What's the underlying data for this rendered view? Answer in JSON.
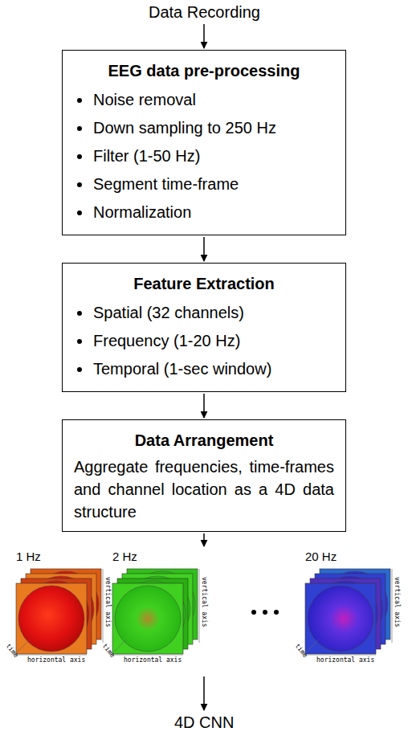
{
  "diagram": {
    "nodes": [
      {
        "text": [
          "Data Recording"
        ]
      },
      {
        "text": [
          "EEG data pre-processing",
          "Noise removal",
          "Down sampling to 250 Hz",
          "Filter (1-50 Hz)",
          "Segment time-frame",
          "Normalization"
        ]
      },
      {
        "text": [
          "Feature Extraction",
          "Spatial (32 channels)",
          "Frequency (1-20 Hz)",
          "Temporal (1-sec window)"
        ]
      },
      {
        "text": [
          "Data Arrangement",
          "Aggregate frequencies, time-frames and channel location as a 4D data structure"
        ]
      },
      {
        "text": [
          "4D CNN"
        ]
      }
    ],
    "edges": [
      {
        "from": 0,
        "to": 1,
        "arrow": "to"
      },
      {
        "from": 1,
        "to": 2,
        "arrow": "to"
      },
      {
        "from": 2,
        "to": 3,
        "arrow": "to"
      },
      {
        "from": 3,
        "to": 4,
        "arrow": "to"
      }
    ],
    "labels": [
      "1 Hz",
      "2 Hz",
      "20 Hz",
      "vertical axis",
      "time",
      "horizontal axis",
      "vertical axis",
      "time",
      "horizontal axis",
      "vertical axis",
      "time",
      "horizontal axis"
    ]
  }
}
